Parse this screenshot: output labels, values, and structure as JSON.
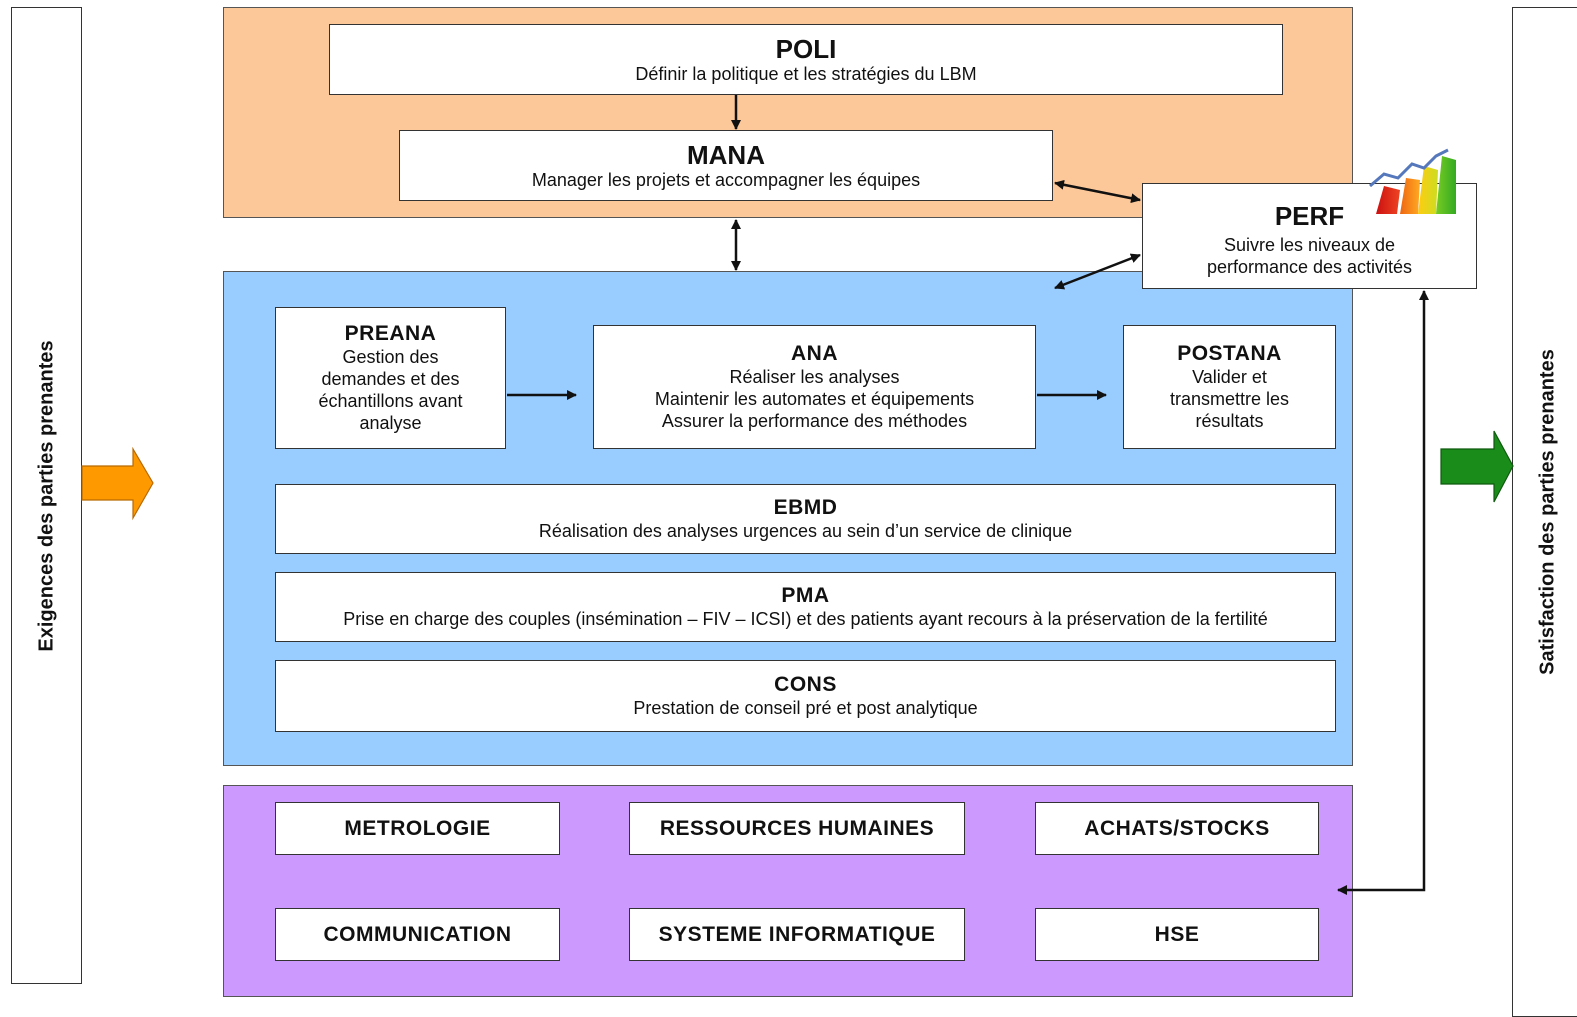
{
  "left_column": {
    "label": "Exigences des parties prenantes"
  },
  "right_column": {
    "label": "Satisfaction des parties prenantes"
  },
  "management": {
    "poli": {
      "code": "POLI",
      "desc": "Définir la politique et les stratégies du LBM"
    },
    "mana": {
      "code": "MANA",
      "desc": "Manager les projets et accompagner les équipes"
    }
  },
  "perf": {
    "code": "PERF",
    "desc": "Suivre les niveaux de\nperformance des activités"
  },
  "realisation": {
    "preana": {
      "code": "PREANA",
      "desc": "Gestion des\ndemandes et des\néchantillons avant\nanalyse"
    },
    "ana": {
      "code": "ANA",
      "desc": "Réaliser les analyses\nMaintenir les automates et équipements\nAssurer la performance des méthodes"
    },
    "postana": {
      "code": "POSTANA",
      "desc": "Valider et\ntransmettre les\nrésultats"
    },
    "ebmd": {
      "code": "EBMD",
      "desc": "Réalisation des analyses urgences au sein d’un service de clinique"
    },
    "pma": {
      "code": "PMA",
      "desc": "Prise en charge des couples (insémination – FIV – ICSI) et des patients ayant recours à la préservation de la fertilité"
    },
    "cons": {
      "code": "CONS",
      "desc": "Prestation de conseil pré et post analytique"
    }
  },
  "support": {
    "metrologie": "METROLOGIE",
    "rh": "RESSOURCES HUMAINES",
    "achats": "ACHATS/STOCKS",
    "communication": "COMMUNICATION",
    "si": "SYSTEME INFORMATIQUE",
    "hse": "HSE"
  },
  "colors": {
    "management_zone": "#fcc89a",
    "realisation_zone": "#99ccff",
    "support_zone": "#cc99ff",
    "input_arrow": "#ff9900",
    "output_arrow": "#1a8c1a"
  },
  "icons": {
    "perf_icon": "bar-chart-icon"
  }
}
